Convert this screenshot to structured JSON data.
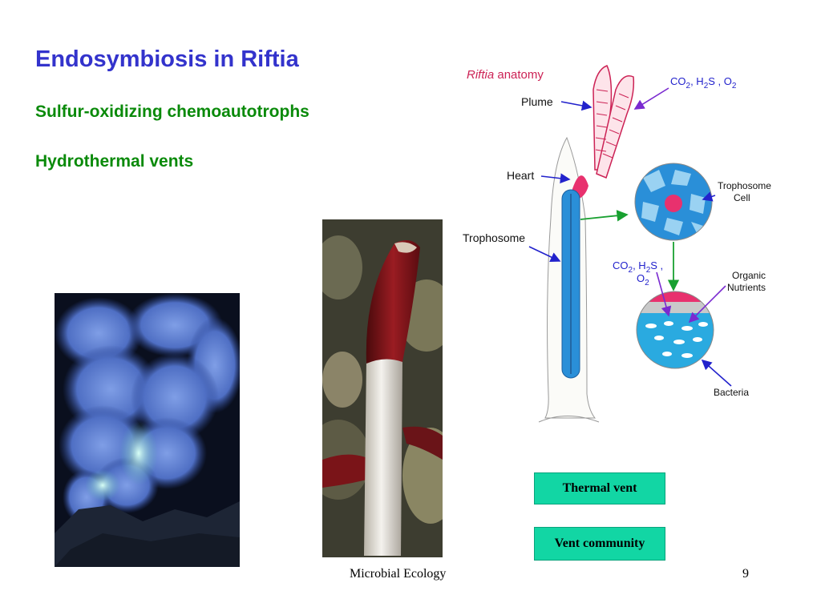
{
  "slide": {
    "title": "Endosymbiosis in Riftia",
    "bullets": [
      "Sulfur-oxidizing chemoautotrophs",
      "Hydrothermal vents"
    ]
  },
  "diagram": {
    "title_italic": "Riftia",
    "title_rest": " anatomy",
    "labels": {
      "plume": "Plume",
      "heart": "Heart",
      "trophosome": "Trophosome",
      "trophosome_cell_line1": "Trophosome",
      "trophosome_cell_line2": "Cell",
      "organic_line1": "Organic",
      "organic_line2": "Nutrients",
      "bacteria": "Bacteria"
    },
    "gases_top": {
      "co": "CO",
      "two_a": "2",
      "h": ", H",
      "two_b": "2",
      "s": "S , O",
      "two_c": "2"
    },
    "gases_mid": {
      "co": "CO",
      "two_a": "2",
      "h": ", H",
      "two_b": "2",
      "s": "S ,",
      "o": "O",
      "two_c": "2"
    },
    "colors": {
      "label_blue": "#2222cc",
      "title_red": "#cc2255",
      "trophosome": "#2a8fd8",
      "arrow_green": "#18a030",
      "arrow_violet": "#7a2ad0"
    }
  },
  "buttons": {
    "thermal_vent": "Thermal vent",
    "vent_community": "Vent community"
  },
  "footer": {
    "course": "Microbial Ecology",
    "page": "9"
  }
}
